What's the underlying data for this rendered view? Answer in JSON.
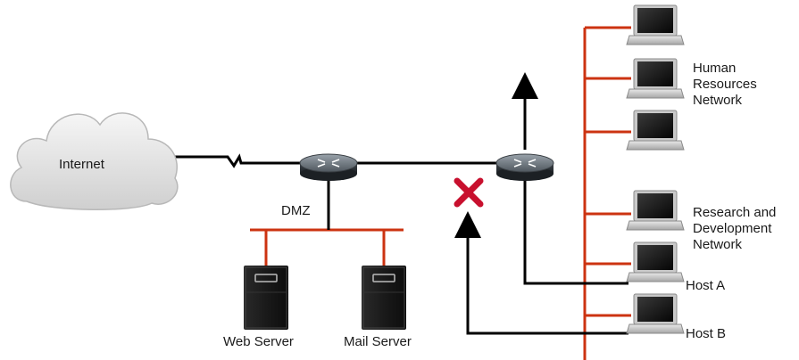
{
  "labels": {
    "internet": "Internet",
    "dmz": "DMZ",
    "web_server": "Web Server",
    "mail_server": "Mail Server",
    "hr_network": "Human\nResources\nNetwork",
    "rd_network": "Research and\nDevelopment\nNetwork",
    "host_a": "Host A",
    "host_b": "Host B"
  },
  "colors": {
    "lan": "#cc3311",
    "wan": "#000000",
    "block": "#c8102e"
  },
  "icons": {
    "cloud": "cloud-icon",
    "router": "router-icon",
    "server": "server-icon",
    "laptop": "laptop-icon",
    "block": "x-mark-icon"
  }
}
